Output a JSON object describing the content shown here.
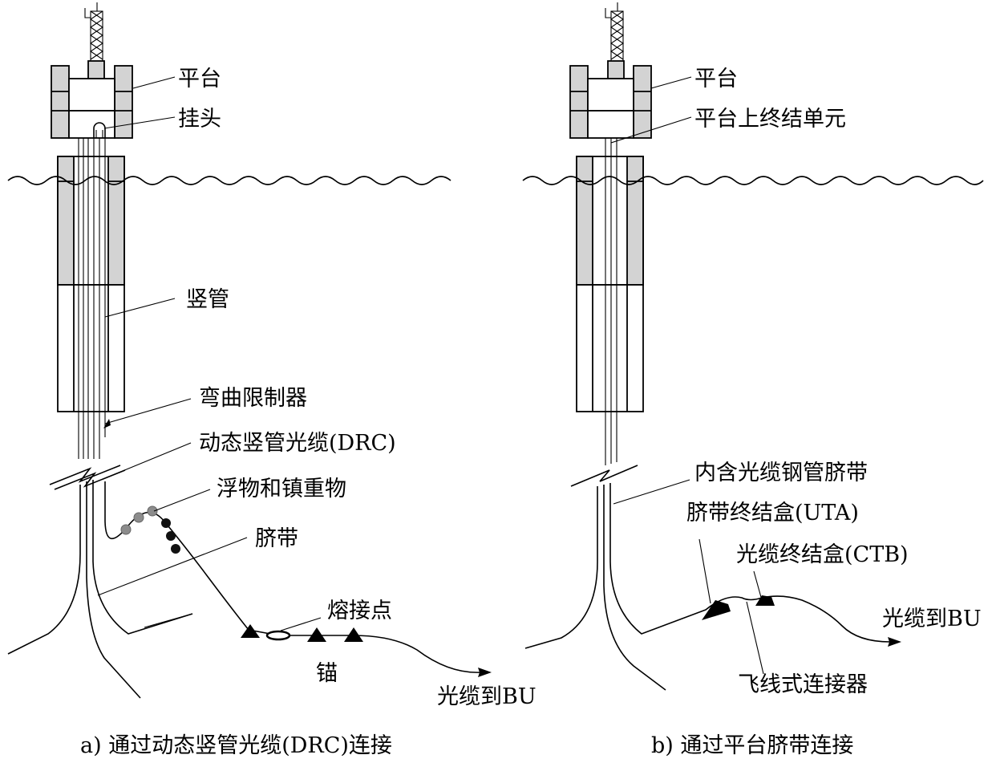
{
  "colors": {
    "structure_fill": "#d3d3d3",
    "line": "#000000",
    "background": "#ffffff"
  },
  "panel_a": {
    "labels": {
      "platform": "平台",
      "hanger": "挂头",
      "riser": "竖管",
      "bend_limiter": "弯曲限制器",
      "drc": "动态竖管光缆(DRC)",
      "floats": "浮物和镇重物",
      "umbilical": "脐带",
      "splice": "熔接点",
      "anchor": "锚",
      "to_bu": "光缆到BU"
    },
    "caption": "a) 通过动态竖管光缆(DRC)连接"
  },
  "panel_b": {
    "labels": {
      "platform": "平台",
      "termination_unit": "平台上终结单元",
      "umbilical_steel_tube": "内含光缆钢管脐带",
      "uta": "脐带终结盒(UTA)",
      "ctb": "光缆终结盒(CTB)",
      "to_bu": "光缆到BU",
      "flying_lead": "飞线式连接器"
    },
    "caption": "b) 通过平台脐带连接"
  }
}
